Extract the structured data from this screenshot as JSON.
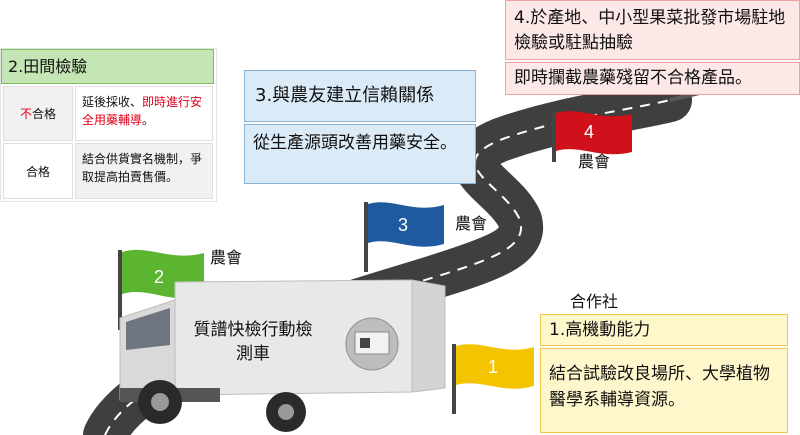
{
  "box2": {
    "title": "2.田間檢驗",
    "rows": [
      {
        "label_red": "不",
        "label_rest": "合格",
        "text_plain": "延後採收、",
        "text_red": "即時進行安全用藥輔導",
        "text_end": "。"
      },
      {
        "label": "合格",
        "text": "結合供貨實名機制，爭取提高拍賣售價。"
      }
    ]
  },
  "box3": {
    "title": "3.與農友建立信賴關係",
    "body": "從生產源頭改善用藥安全。"
  },
  "box4": {
    "title": "4.於產地、中小型果菜批發市場駐地檢驗或駐點抽驗",
    "body": "即時攔截農藥殘留不合格產品。"
  },
  "box1": {
    "title": "1.高機動能力",
    "body": "結合試驗改良場所、大學植物醫學系輔導資源。"
  },
  "flags": [
    {
      "number": "1",
      "label": "合作社",
      "color": "#f5c400"
    },
    {
      "number": "2",
      "label": "農會",
      "color": "#5cb531"
    },
    {
      "number": "3",
      "label": "農會",
      "color": "#1f5aa0"
    },
    {
      "number": "4",
      "label": "農會",
      "color": "#d0101a"
    }
  ],
  "truck": {
    "label": "質譜快檢行動檢測車"
  }
}
